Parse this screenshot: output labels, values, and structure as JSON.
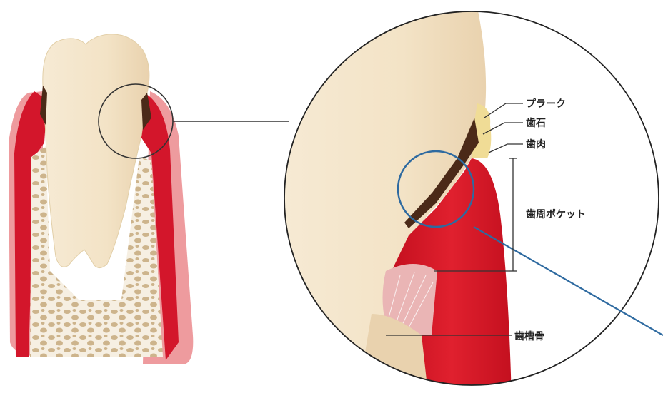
{
  "labels": {
    "plaque": "プラーク",
    "calculus": "歯石",
    "gingiva": "歯肉",
    "periodontal_pocket": "歯周ポケット",
    "alveolar_bone": "歯槽骨"
  },
  "colors": {
    "enamel": "#f3e6cc",
    "gum_red": "#d3162b",
    "gum_dark": "#8e0d19",
    "gum_pink": "#eab5b5",
    "bone": "#dcc7a4",
    "calculus": "#4b2a18",
    "plaque": "#f0dc96",
    "magnifier_ring": "#2e6aa0"
  }
}
